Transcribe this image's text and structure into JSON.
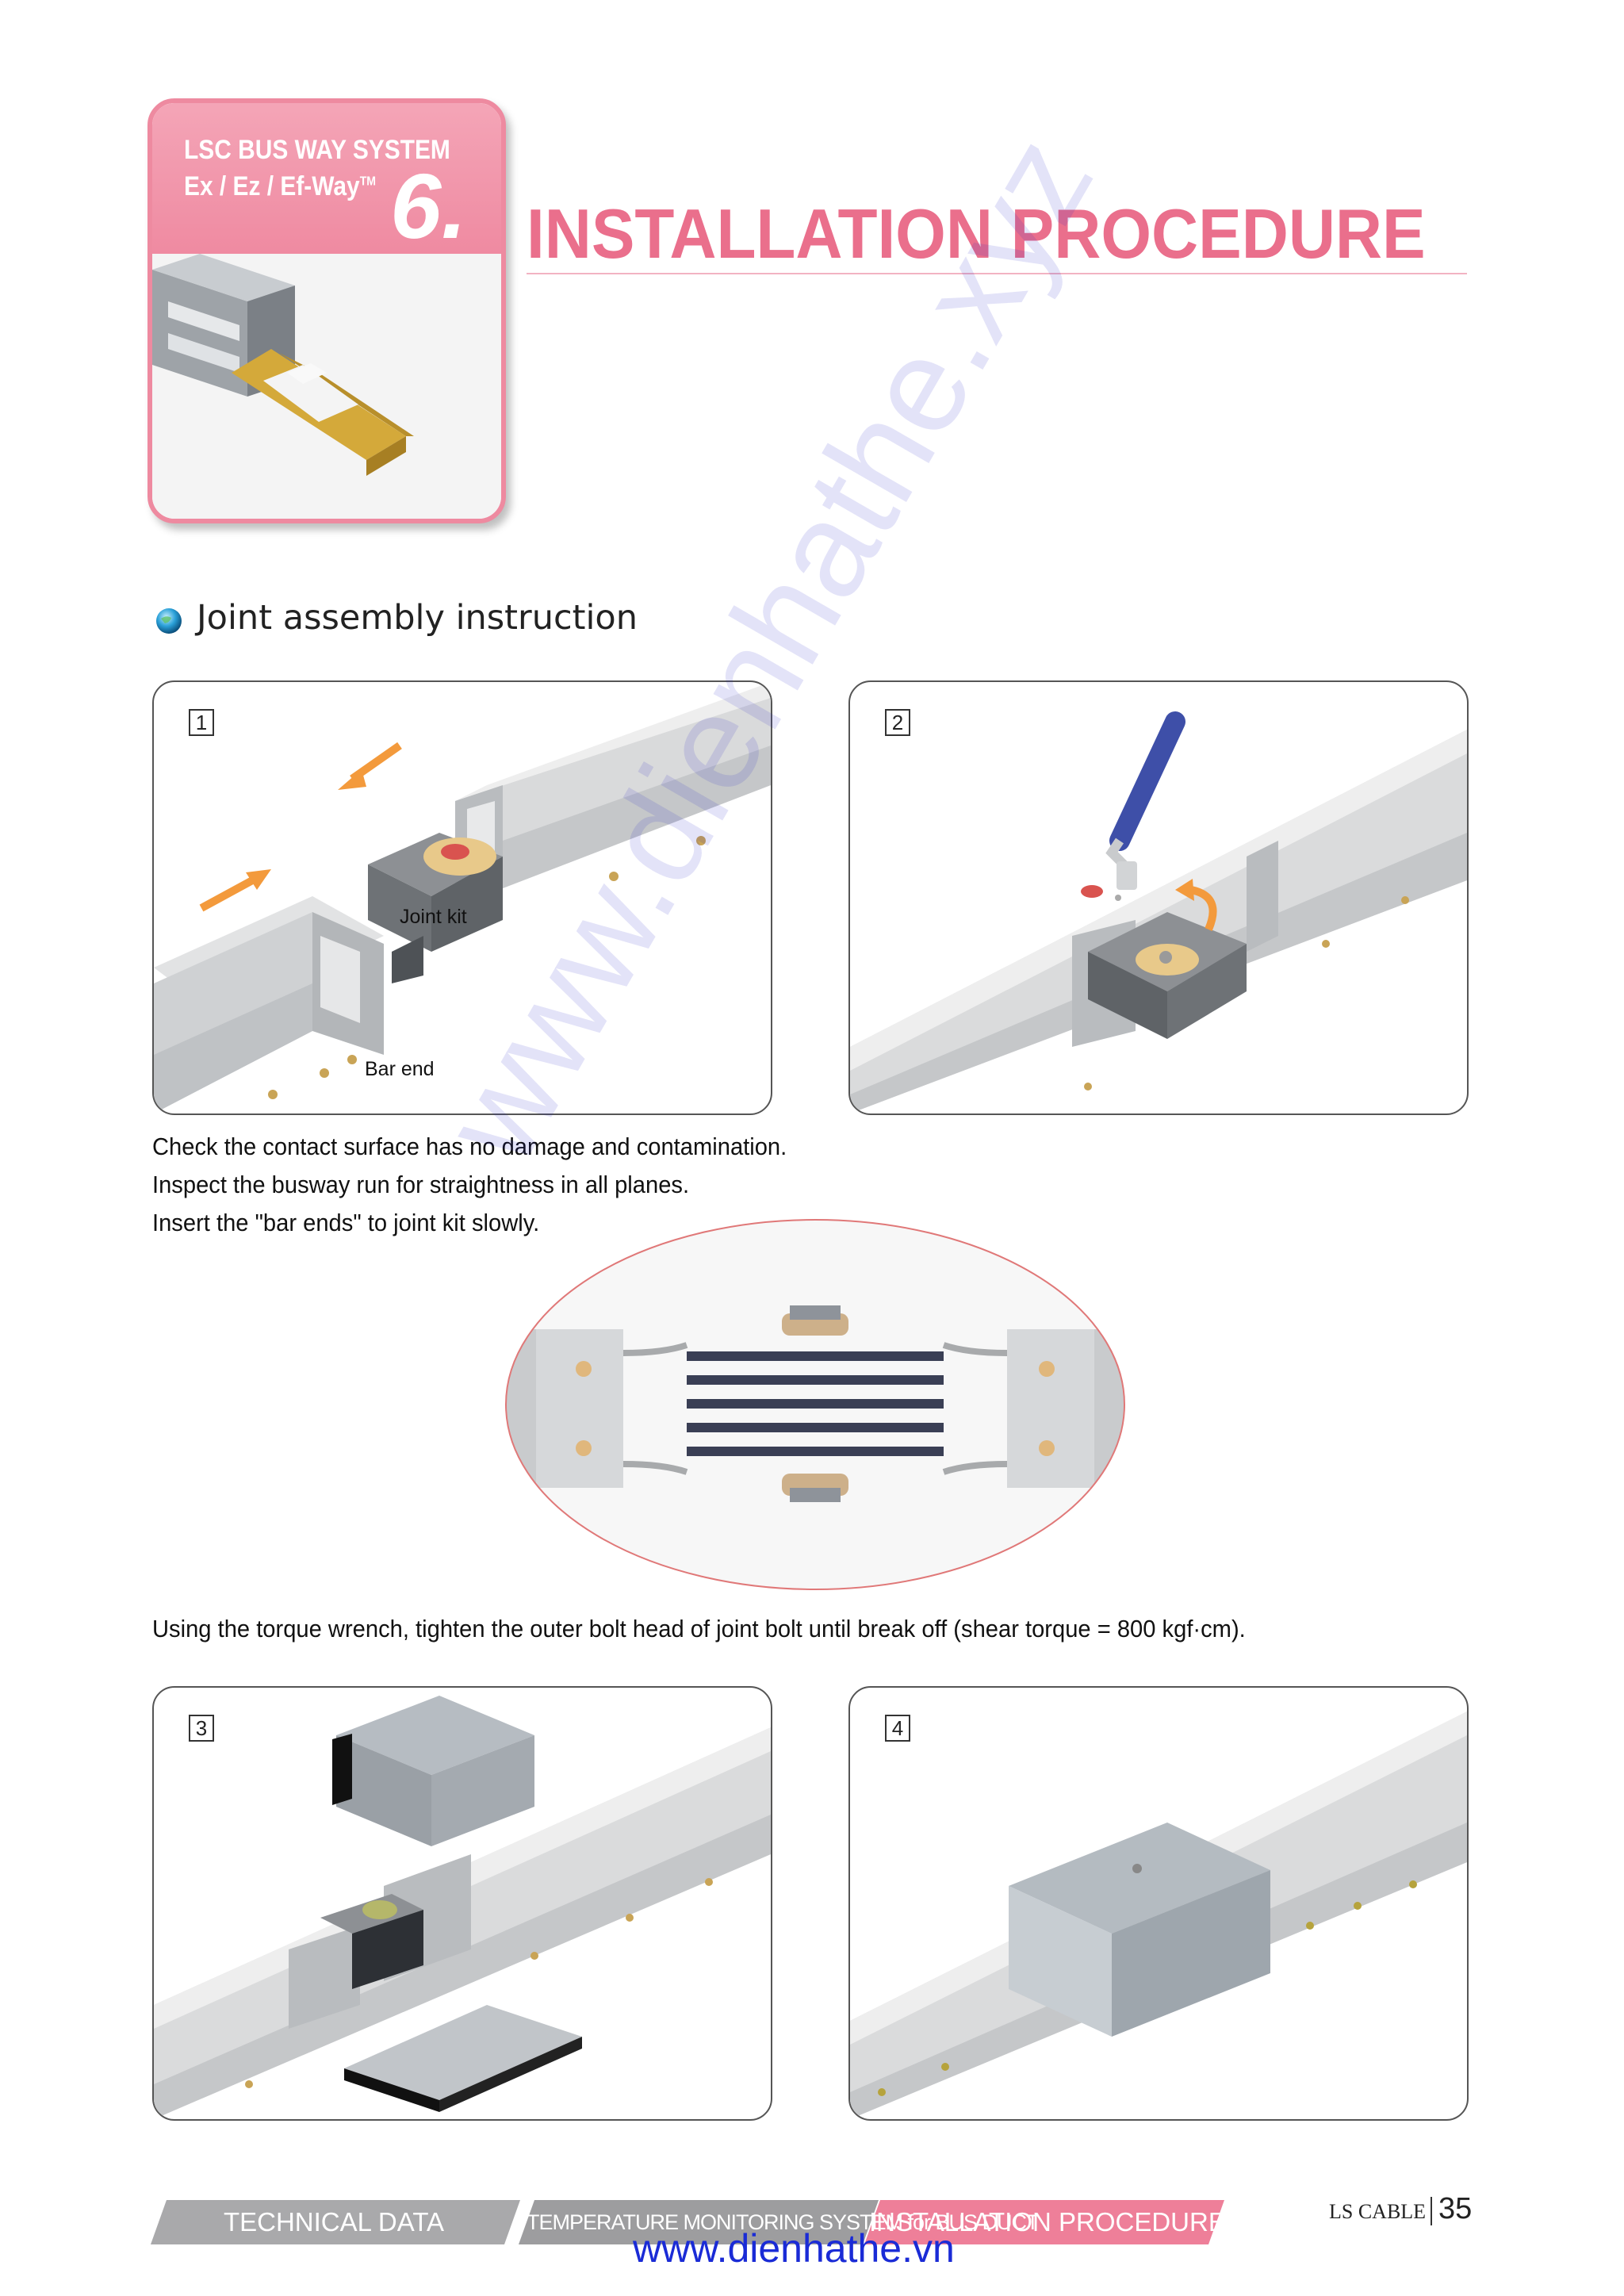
{
  "header": {
    "badge_line1": "LSC BUS WAY SYSTEM",
    "badge_line2": "Ex / Ez / Ef-Way",
    "badge_tm": "TM",
    "badge_number": "6.",
    "title": "INSTALLATION PROCEDURE"
  },
  "section": {
    "heading": "Joint assembly instruction"
  },
  "steps": [
    {
      "number": "1",
      "callouts": {
        "joint_kit": "Joint kit",
        "bar_end": "Bar end"
      }
    },
    {
      "number": "2"
    },
    {
      "number": "3"
    },
    {
      "number": "4"
    }
  ],
  "instructions": {
    "line1": "Check the contact surface has no damage and contamination.",
    "line2": "Inspect the busway run for straightness in all planes.",
    "line3": "Insert the \"bar ends\" to joint kit slowly.",
    "torque": "Using the torque wrench, tighten the outer bolt head of joint bolt until break off (shear torque = 800 kgf·cm)."
  },
  "footer": {
    "tabs": [
      "TECHNICAL DATA",
      "TEMPERATURE MONITORING SYSTEM for BUS DUCT",
      "INSTALLATION PROCEDURE"
    ],
    "brand": "LS CABLE",
    "page_number": "35",
    "url": "www.dienhathe.vn",
    "watermark": "www.dienhathe.xyz"
  },
  "colors": {
    "accent_pink": "#ea6f8c",
    "tab_gray": "#a8a8aa",
    "tab_active": "#ee7f99",
    "url_blue": "#1a2bd6"
  }
}
